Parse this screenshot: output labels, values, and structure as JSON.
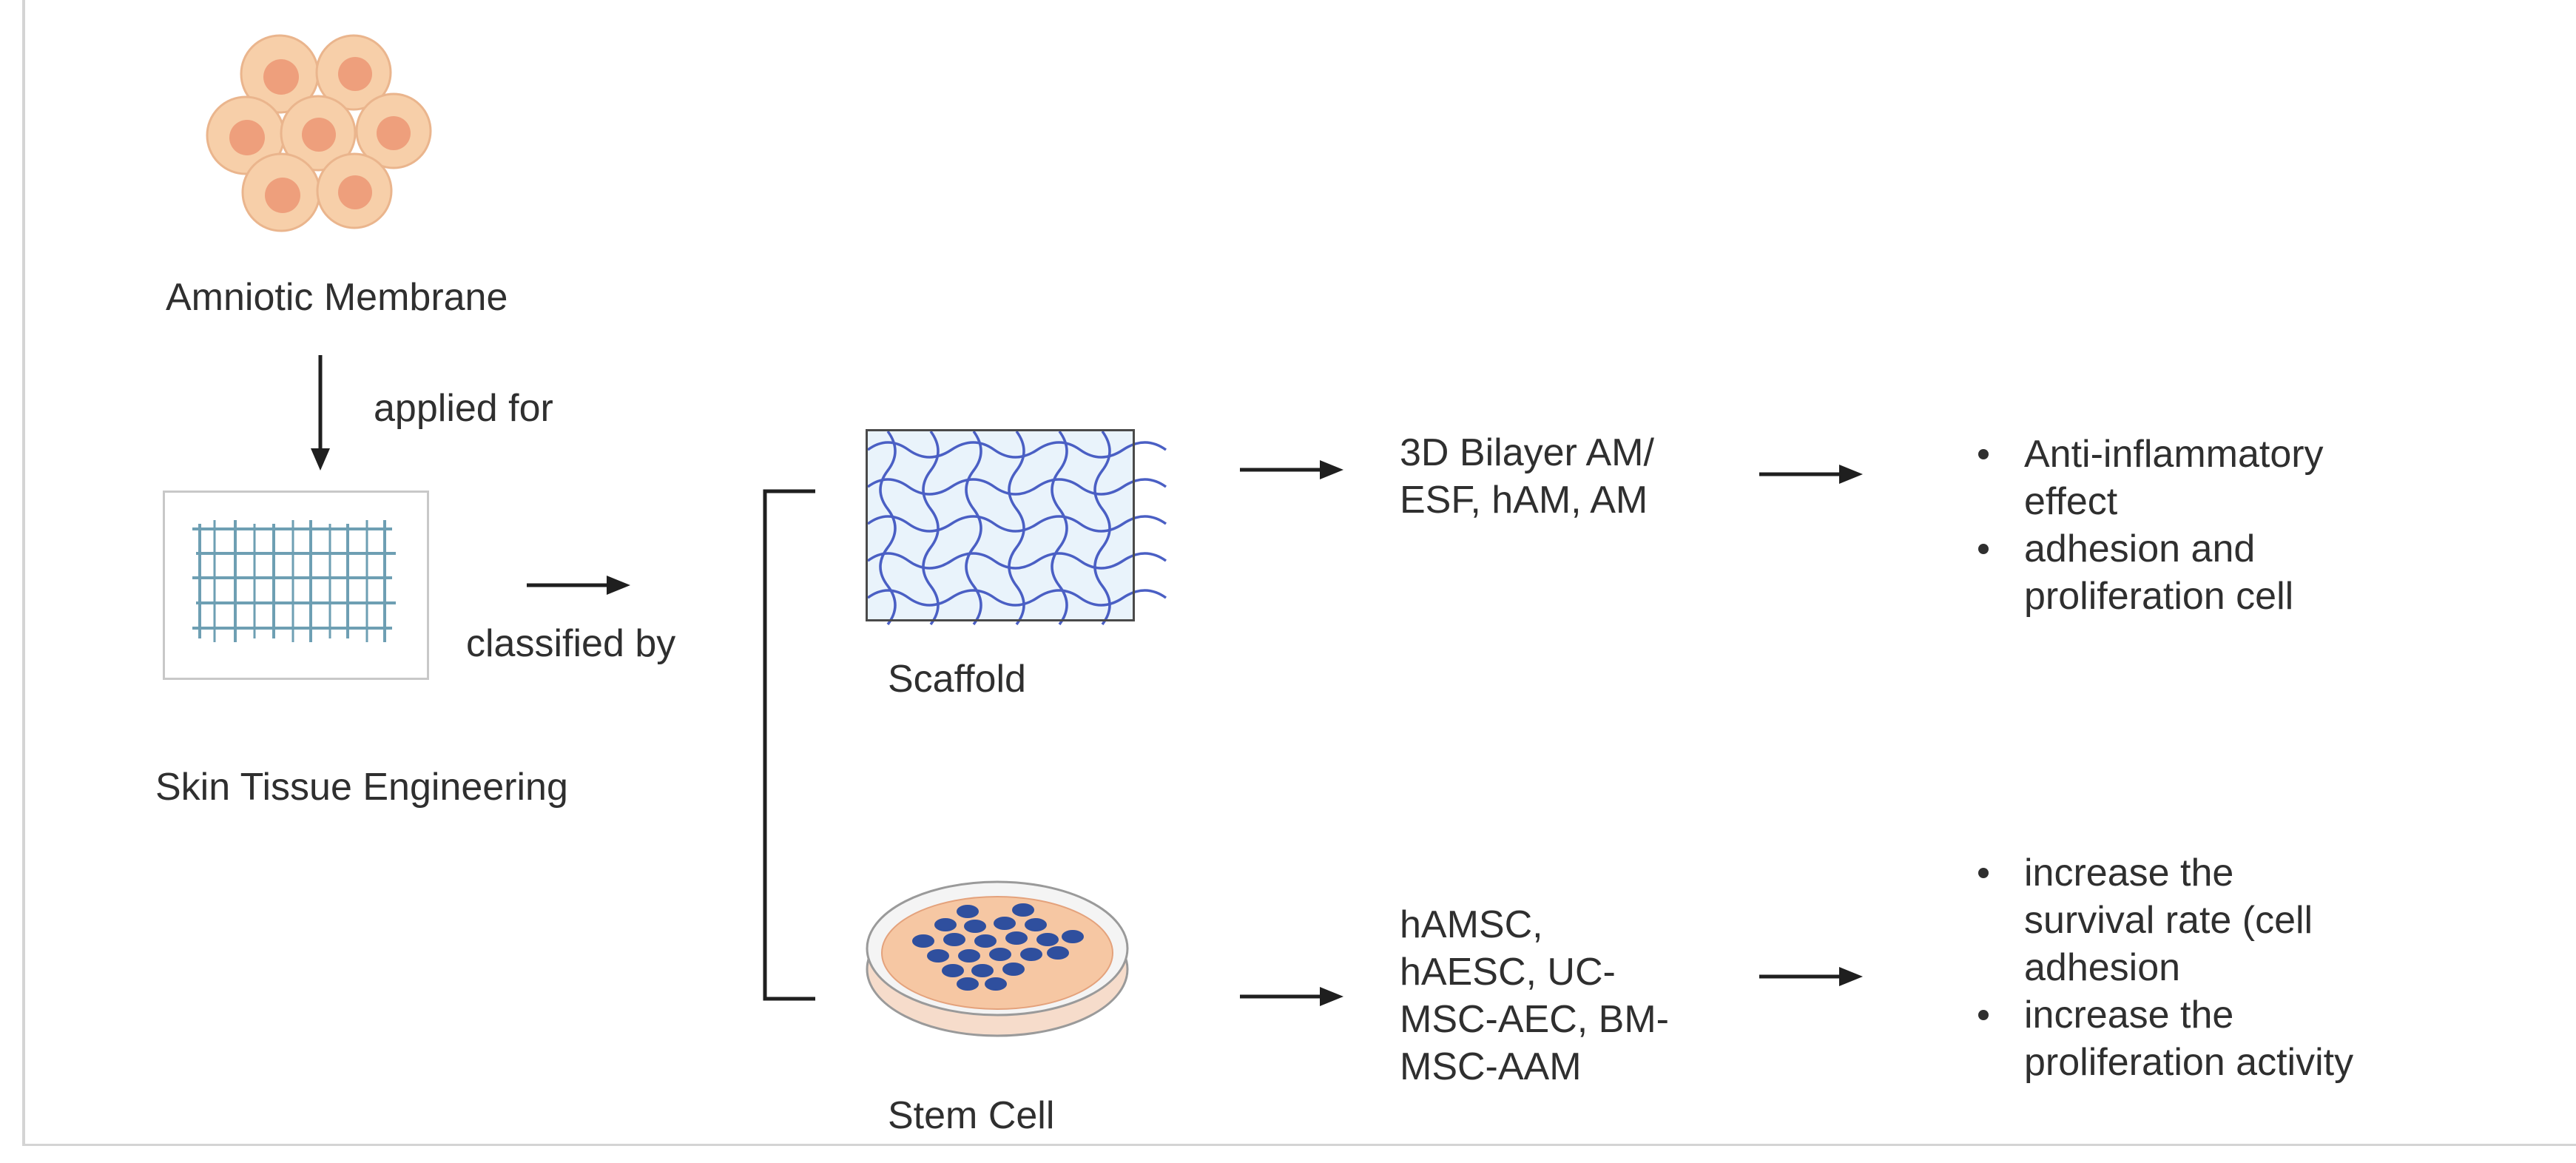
{
  "labels": {
    "amniotic_membrane": "Amniotic Membrane",
    "applied_for": "applied for",
    "skin_tissue_engineering": "Skin Tissue Engineering",
    "classified_by": "classified by",
    "scaffold": "Scaffold",
    "stem_cell": "Stem Cell"
  },
  "scaffold_branch": {
    "types": "3D Bilayer AM/\nESF, hAM, AM",
    "effects": [
      "Anti-inflammatory\neffect",
      "adhesion and\nproliferation cell"
    ]
  },
  "stem_cell_branch": {
    "types": "hAMSC,\nhAESC, UC-\nMSC-AEC, BM-\nMSC-AAM",
    "effects": [
      "increase the\nsurvival rate (cell\nadhesion",
      "increase the\nproliferation activity"
    ]
  },
  "colors": {
    "cell_fill": "#f7cfa9",
    "cell_nucleus": "#ee9f7c",
    "mesh_line": "#6e9fb3",
    "scaffold_fill": "#e9f3fb",
    "scaffold_line": "#4a5fc4",
    "dish_medium": "#f6c7a3",
    "dish_cells": "#2f4f9e",
    "arrow": "#1f1f1f"
  }
}
